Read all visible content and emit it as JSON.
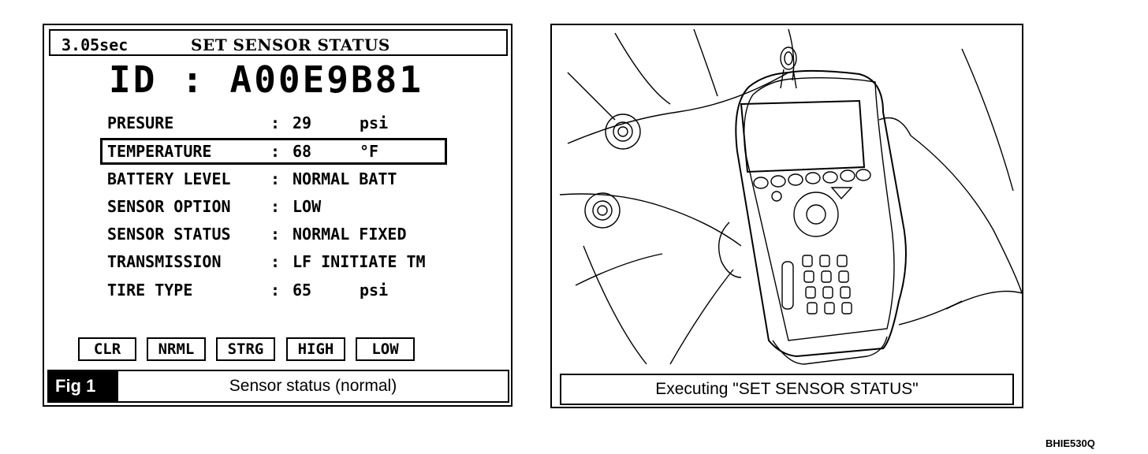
{
  "screen": {
    "time": "3.05sec",
    "title": "SET SENSOR STATUS",
    "id_label": "ID",
    "id_sep": ":",
    "id_value": "A00E9B81",
    "rows": [
      {
        "label": "PRESURE",
        "sep": ":",
        "value": "29",
        "unit": "psi"
      },
      {
        "label": "TEMPERATURE",
        "sep": ":",
        "value": "68",
        "unit": "°F"
      },
      {
        "label": "BATTERY LEVEL",
        "sep": ":",
        "value": "NORMAL BATT",
        "unit": ""
      },
      {
        "label": "SENSOR OPTION",
        "sep": ":",
        "value": "LOW",
        "unit": ""
      },
      {
        "label": "SENSOR STATUS",
        "sep": ":",
        "value": "NORMAL FIXED",
        "unit": ""
      },
      {
        "label": "TRANSMISSION",
        "sep": ":",
        "value": "LF INITIATE TM",
        "unit": ""
      },
      {
        "label": "TIRE TYPE",
        "sep": ":",
        "value": "65",
        "unit": "psi"
      }
    ],
    "buttons": [
      "CLR",
      "NRML",
      "STRG",
      "HIGH",
      "LOW"
    ]
  },
  "fig_label": "Fig 1",
  "left_caption": "Sensor status (normal)",
  "right_caption": "Executing \"SET SENSOR STATUS\"",
  "doc_code": "BHIE530Q"
}
